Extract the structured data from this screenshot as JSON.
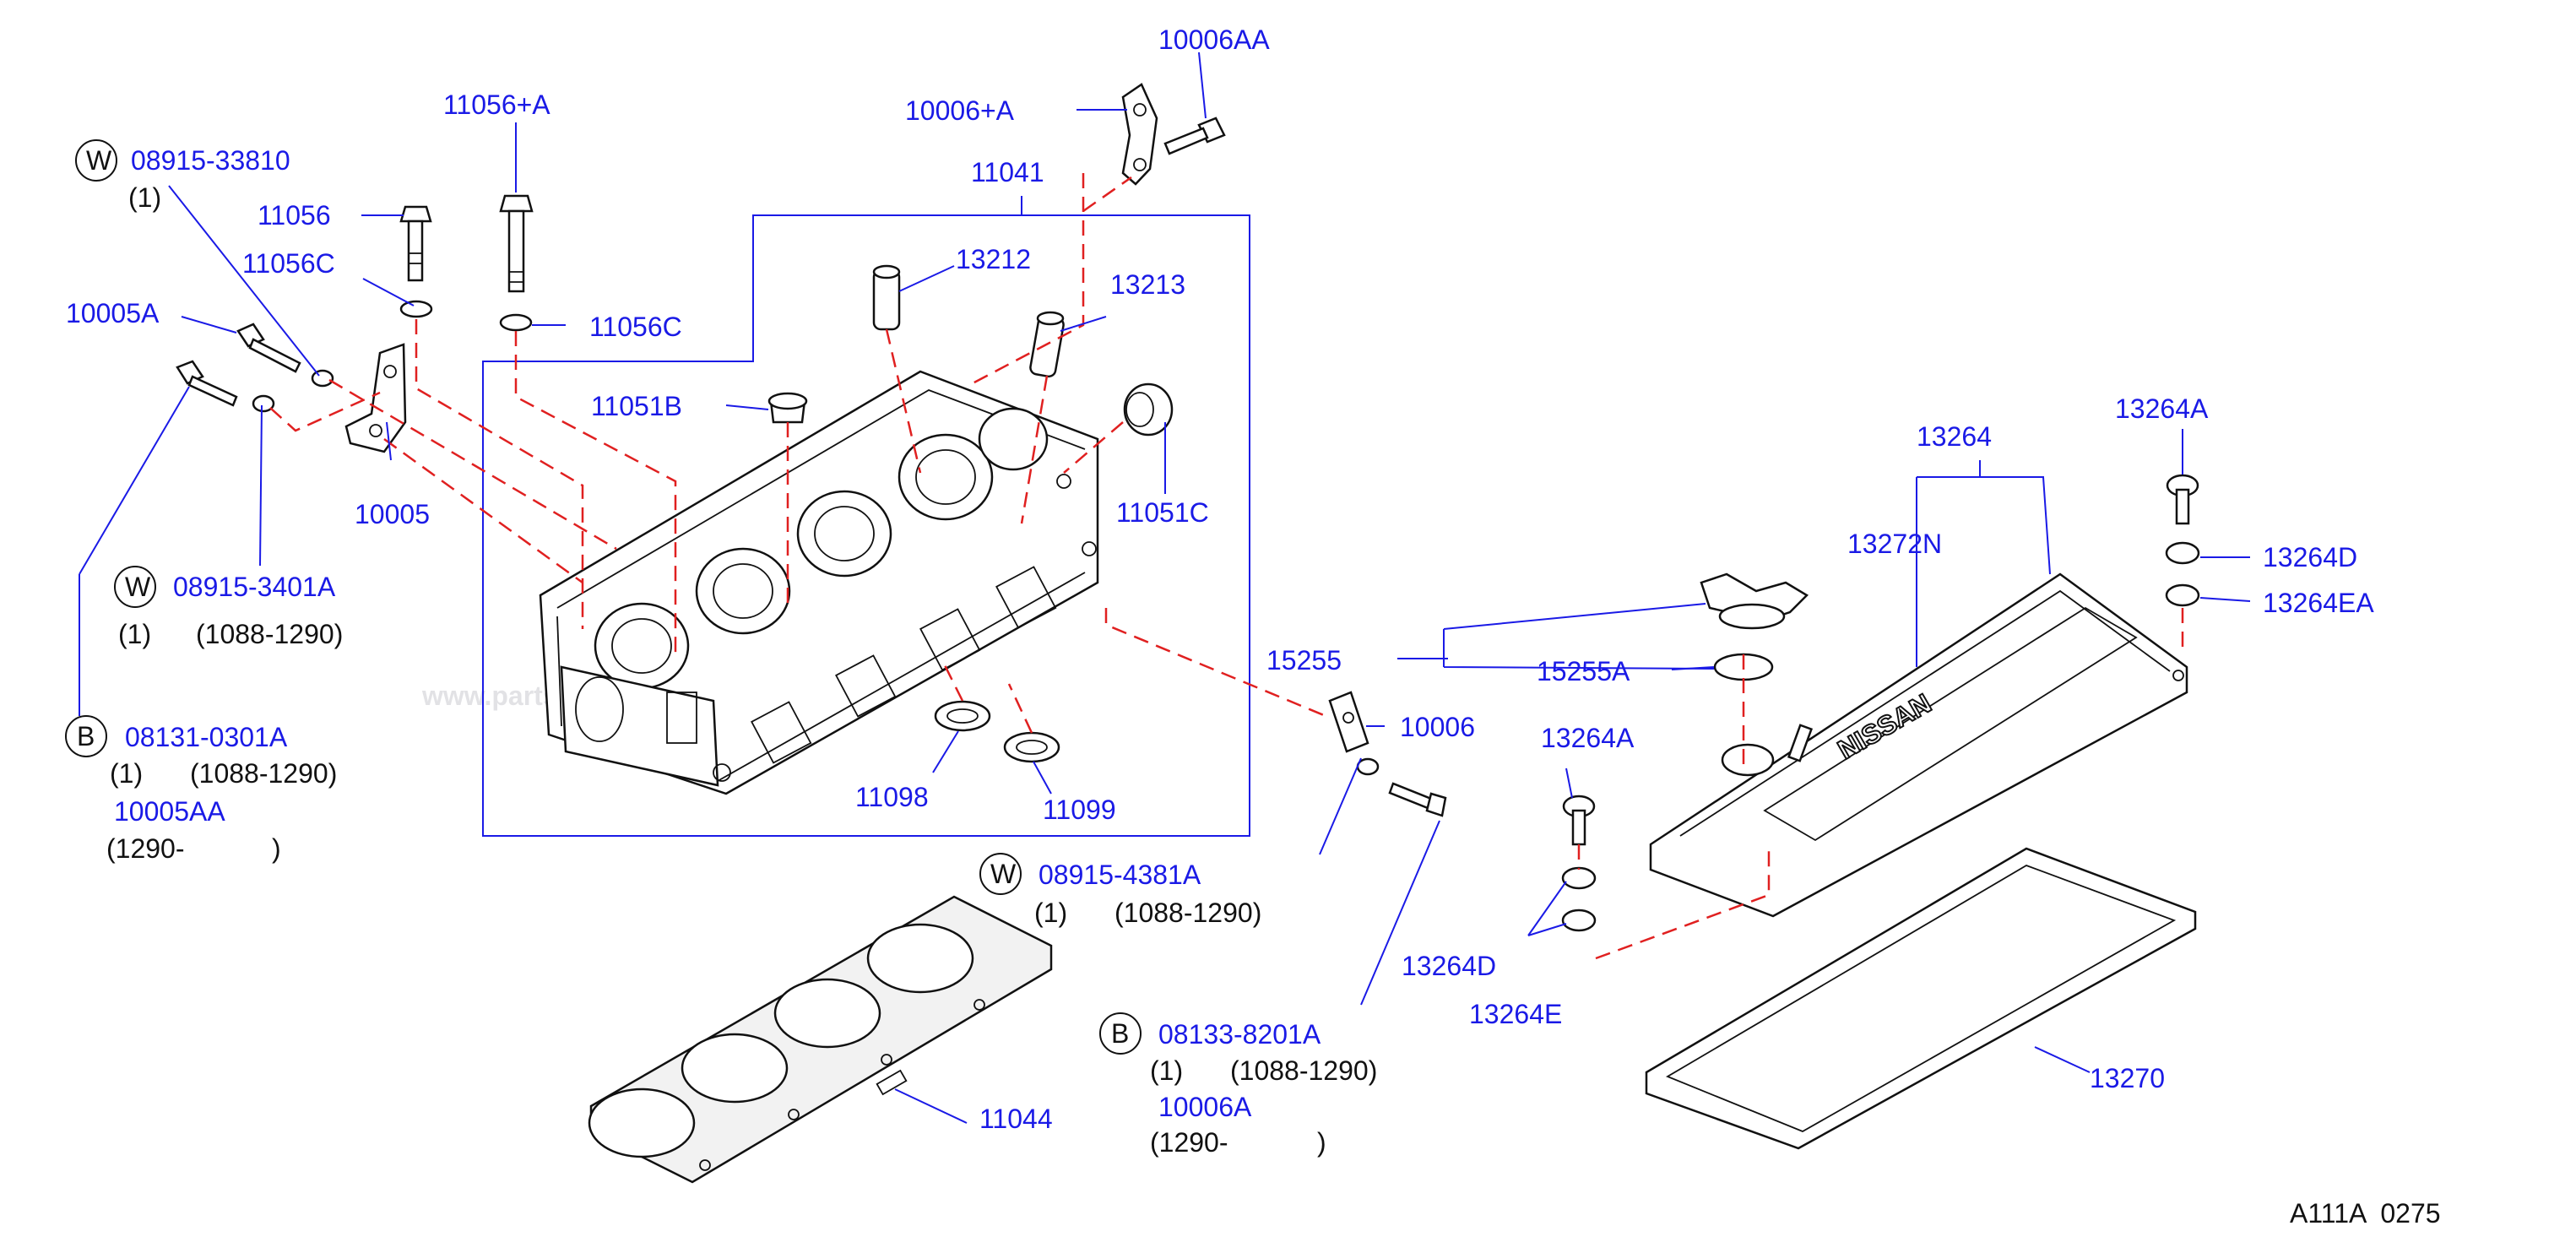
{
  "watermark": "www.partsassistant.com",
  "footer_code": "A111A  0275",
  "emblem": "NISSAN",
  "labels": {
    "p10006AA": "10006AA",
    "p10006A_plus": "10006+A",
    "p11056A_plus": "11056+A",
    "p11041": "11041",
    "w08915_33810": "08915-33810",
    "q1_a": "(1)",
    "p11056": "11056",
    "p11056C_a": "11056C",
    "p11056C_b": "11056C",
    "p13212": "13212",
    "p13213": "13213",
    "p10005A": "10005A",
    "p11051B": "11051B",
    "p10005": "10005",
    "p11051C": "11051C",
    "w08915_3401A": "08915-3401A",
    "q1_b": "(1)",
    "r1088_1290_a": "(1088-1290)",
    "b08131_0301A": "08131-0301A",
    "q1_c": "(1)",
    "r1088_1290_b": "(1088-1290)",
    "p10005AA": "10005AA",
    "r1290_a": "(1290-",
    "rparen_a": ")",
    "p11098": "11098",
    "p11099": "11099",
    "p15255": "15255",
    "p15255A": "15255A",
    "p10006": "10006",
    "p13264": "13264",
    "p13272N": "13272N",
    "p13264A_a": "13264A",
    "p13264D_a": "13264D",
    "p13264EA": "13264EA",
    "p13264A_b": "13264A",
    "p13264D_b": "13264D",
    "p13264E": "13264E",
    "w08915_4381A": "08915-4381A",
    "q1_d": "(1)",
    "r1088_1290_c": "(1088-1290)",
    "b08133_8201A": "08133-8201A",
    "q1_e": "(1)",
    "r1088_1290_d": "(1088-1290)",
    "p10006A": "10006A",
    "r1290_b": "(1290-",
    "rparen_b": ")",
    "p11044": "11044",
    "p13270": "13270",
    "sym_w_a": "W",
    "sym_w_b": "W",
    "sym_w_c": "W",
    "sym_b_a": "B",
    "sym_b_b": "B"
  },
  "colors": {
    "label_blue": "#1a1ae6",
    "dash_red": "#e02020",
    "line_black": "#111111"
  }
}
